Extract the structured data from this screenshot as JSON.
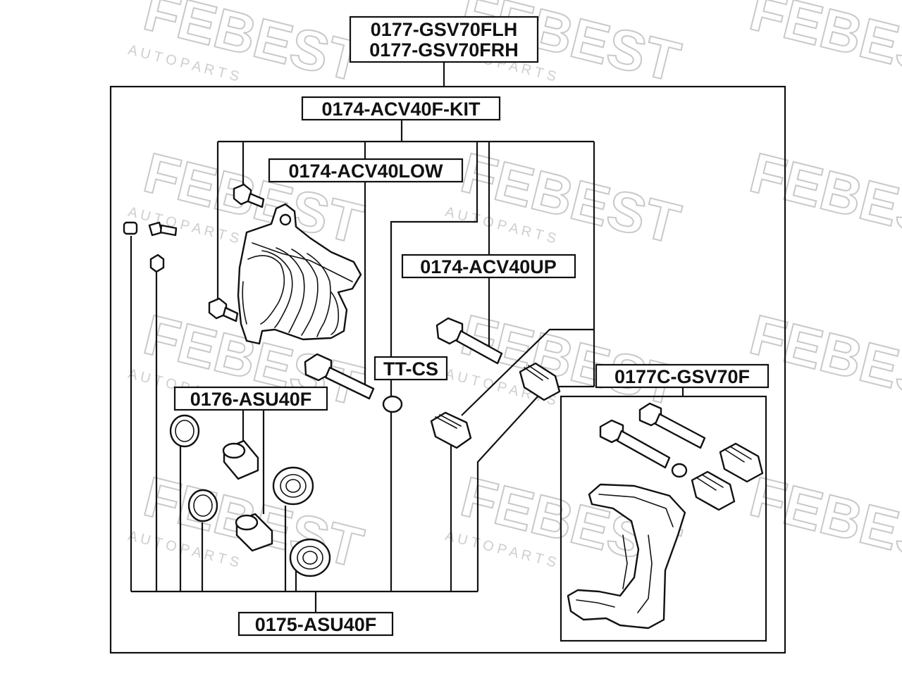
{
  "watermark": {
    "brand": "FEBEST",
    "tagline": "A U T O   P A R T S"
  },
  "labels": {
    "caliper_lh": "0177-GSV70FLH",
    "caliper_rh": "0177-GSV70FRH",
    "pin_kit": "0174-ACV40F-KIT",
    "pin_lower": "0174-ACV40LOW",
    "pin_upper": "0174-ACV40UP",
    "grease": "TT-CS",
    "piston": "0176-ASU40F",
    "bracket": "0177C-GSV70F",
    "repair_kit": "0175-ASU40F"
  },
  "colors": {
    "line": "#111111",
    "background": "#ffffff",
    "watermark": "#c9c9c9"
  }
}
